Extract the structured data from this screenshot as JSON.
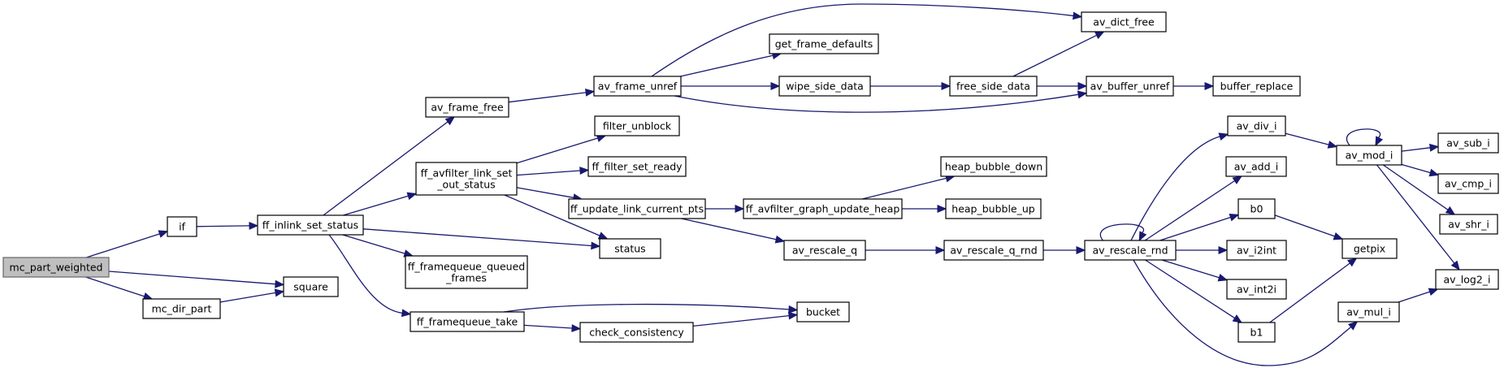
{
  "nodes": [
    {
      "id": "mc_part_weighted",
      "label": [
        "mc_part_weighted"
      ],
      "root": true
    },
    {
      "id": "if",
      "label": [
        "if"
      ]
    },
    {
      "id": "mc_dir_part",
      "label": [
        "mc_dir_part"
      ]
    },
    {
      "id": "square",
      "label": [
        "square"
      ]
    },
    {
      "id": "ff_inlink_set_status",
      "label": [
        "ff_inlink_set_status"
      ]
    },
    {
      "id": "av_frame_free",
      "label": [
        "av_frame_free"
      ]
    },
    {
      "id": "ff_avfilter_link_set_out_status",
      "label": [
        "ff_avfilter_link_set",
        "_out_status"
      ]
    },
    {
      "id": "status",
      "label": [
        "status"
      ]
    },
    {
      "id": "ff_framequeue_queued_frames",
      "label": [
        "ff_framequeue_queued",
        "_frames"
      ]
    },
    {
      "id": "ff_framequeue_take",
      "label": [
        "ff_framequeue_take"
      ]
    },
    {
      "id": "av_frame_unref",
      "label": [
        "av_frame_unref"
      ]
    },
    {
      "id": "filter_unblock",
      "label": [
        "filter_unblock"
      ]
    },
    {
      "id": "ff_filter_set_ready",
      "label": [
        "ff_filter_set_ready"
      ]
    },
    {
      "id": "ff_update_link_current_pts",
      "label": [
        "ff_update_link_current_pts"
      ]
    },
    {
      "id": "check_consistency",
      "label": [
        "check_consistency"
      ]
    },
    {
      "id": "bucket",
      "label": [
        "bucket"
      ]
    },
    {
      "id": "av_dict_free",
      "label": [
        "av_dict_free"
      ]
    },
    {
      "id": "get_frame_defaults",
      "label": [
        "get_frame_defaults"
      ]
    },
    {
      "id": "wipe_side_data",
      "label": [
        "wipe_side_data"
      ]
    },
    {
      "id": "free_side_data",
      "label": [
        "free_side_data"
      ]
    },
    {
      "id": "av_buffer_unref",
      "label": [
        "av_buffer_unref"
      ]
    },
    {
      "id": "buffer_replace",
      "label": [
        "buffer_replace"
      ]
    },
    {
      "id": "ff_avfilter_graph_update_heap",
      "label": [
        "ff_avfilter_graph_update_heap"
      ]
    },
    {
      "id": "heap_bubble_down",
      "label": [
        "heap_bubble_down"
      ]
    },
    {
      "id": "heap_bubble_up",
      "label": [
        "heap_bubble_up"
      ]
    },
    {
      "id": "av_rescale_q",
      "label": [
        "av_rescale_q"
      ]
    },
    {
      "id": "av_rescale_q_rnd",
      "label": [
        "av_rescale_q_rnd"
      ]
    },
    {
      "id": "av_rescale_rnd",
      "label": [
        "av_rescale_rnd"
      ]
    },
    {
      "id": "av_div_i",
      "label": [
        "av_div_i"
      ]
    },
    {
      "id": "av_add_i",
      "label": [
        "av_add_i"
      ]
    },
    {
      "id": "b0",
      "label": [
        "b0"
      ]
    },
    {
      "id": "av_i2int",
      "label": [
        "av_i2int"
      ]
    },
    {
      "id": "av_int2i",
      "label": [
        "av_int2i"
      ]
    },
    {
      "id": "b1",
      "label": [
        "b1"
      ]
    },
    {
      "id": "av_mod_i",
      "label": [
        "av_mod_i"
      ]
    },
    {
      "id": "getpix",
      "label": [
        "getpix"
      ]
    },
    {
      "id": "av_mul_i",
      "label": [
        "av_mul_i"
      ]
    },
    {
      "id": "av_sub_i",
      "label": [
        "av_sub_i"
      ]
    },
    {
      "id": "av_cmp_i",
      "label": [
        "av_cmp_i"
      ]
    },
    {
      "id": "av_shr_i",
      "label": [
        "av_shr_i"
      ]
    },
    {
      "id": "av_log2_i",
      "label": [
        "av_log2_i"
      ]
    }
  ],
  "edges": [
    {
      "from": "mc_part_weighted",
      "to": "if"
    },
    {
      "from": "mc_part_weighted",
      "to": "square"
    },
    {
      "from": "mc_part_weighted",
      "to": "mc_dir_part"
    },
    {
      "from": "mc_dir_part",
      "to": "square"
    },
    {
      "from": "if",
      "to": "ff_inlink_set_status"
    },
    {
      "from": "ff_inlink_set_status",
      "to": "av_frame_free"
    },
    {
      "from": "ff_inlink_set_status",
      "to": "ff_avfilter_link_set_out_status"
    },
    {
      "from": "ff_inlink_set_status",
      "to": "status"
    },
    {
      "from": "ff_inlink_set_status",
      "to": "ff_framequeue_queued_frames"
    },
    {
      "from": "ff_inlink_set_status",
      "to": "ff_framequeue_take"
    },
    {
      "from": "av_frame_free",
      "to": "av_frame_unref"
    },
    {
      "from": "av_frame_unref",
      "to": "av_dict_free"
    },
    {
      "from": "av_frame_unref",
      "to": "get_frame_defaults"
    },
    {
      "from": "av_frame_unref",
      "to": "wipe_side_data"
    },
    {
      "from": "av_frame_unref",
      "to": "av_buffer_unref"
    },
    {
      "from": "wipe_side_data",
      "to": "free_side_data"
    },
    {
      "from": "free_side_data",
      "to": "av_dict_free"
    },
    {
      "from": "free_side_data",
      "to": "av_buffer_unref"
    },
    {
      "from": "av_buffer_unref",
      "to": "buffer_replace"
    },
    {
      "from": "ff_avfilter_link_set_out_status",
      "to": "filter_unblock"
    },
    {
      "from": "ff_avfilter_link_set_out_status",
      "to": "ff_filter_set_ready"
    },
    {
      "from": "ff_avfilter_link_set_out_status",
      "to": "ff_update_link_current_pts"
    },
    {
      "from": "ff_avfilter_link_set_out_status",
      "to": "status"
    },
    {
      "from": "ff_update_link_current_pts",
      "to": "ff_avfilter_graph_update_heap"
    },
    {
      "from": "ff_update_link_current_pts",
      "to": "av_rescale_q"
    },
    {
      "from": "ff_avfilter_graph_update_heap",
      "to": "heap_bubble_down"
    },
    {
      "from": "ff_avfilter_graph_update_heap",
      "to": "heap_bubble_up"
    },
    {
      "from": "av_rescale_q",
      "to": "av_rescale_q_rnd"
    },
    {
      "from": "av_rescale_q_rnd",
      "to": "av_rescale_rnd"
    },
    {
      "from": "av_rescale_rnd",
      "to": "av_rescale_rnd"
    },
    {
      "from": "av_rescale_rnd",
      "to": "av_div_i"
    },
    {
      "from": "av_rescale_rnd",
      "to": "av_add_i"
    },
    {
      "from": "av_rescale_rnd",
      "to": "b0"
    },
    {
      "from": "av_rescale_rnd",
      "to": "av_i2int"
    },
    {
      "from": "av_rescale_rnd",
      "to": "av_int2i"
    },
    {
      "from": "av_rescale_rnd",
      "to": "b1"
    },
    {
      "from": "av_rescale_rnd",
      "to": "av_mul_i"
    },
    {
      "from": "av_div_i",
      "to": "av_mod_i"
    },
    {
      "from": "av_mod_i",
      "to": "av_mod_i"
    },
    {
      "from": "av_mod_i",
      "to": "av_sub_i"
    },
    {
      "from": "av_mod_i",
      "to": "av_cmp_i"
    },
    {
      "from": "av_mod_i",
      "to": "av_shr_i"
    },
    {
      "from": "av_mod_i",
      "to": "av_log2_i"
    },
    {
      "from": "av_mul_i",
      "to": "av_log2_i"
    },
    {
      "from": "b0",
      "to": "getpix"
    },
    {
      "from": "b1",
      "to": "getpix"
    },
    {
      "from": "ff_framequeue_take",
      "to": "bucket"
    },
    {
      "from": "ff_framequeue_take",
      "to": "check_consistency"
    },
    {
      "from": "check_consistency",
      "to": "bucket"
    }
  ],
  "colors": {
    "edge": "#191970",
    "root_fill": "#bfbfbf",
    "node_stroke": "#000000"
  }
}
